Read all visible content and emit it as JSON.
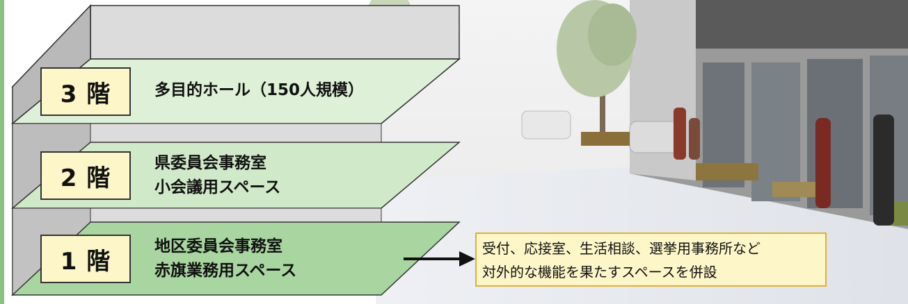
{
  "floors": [
    {
      "level": "3 階",
      "lines": [
        "多目的ホール（150人規模）"
      ]
    },
    {
      "level": "2 階",
      "lines": [
        "県委員会事務室",
        "小会議用スペース"
      ]
    },
    {
      "level": "1 階",
      "lines": [
        "地区委員会事務室",
        "赤旗業務用スペース"
      ]
    }
  ],
  "note": {
    "lines": [
      "受付、応接室、生活相談、選挙用事務所など",
      "対外的な機能を果たすスペースを併設"
    ]
  },
  "colors": {
    "slab_green": "#d6eccf",
    "slab_green_dark": "#a8d5a0",
    "side_grey": "#b4b4b4",
    "back_grey": "#dcdcdc",
    "label_yellow": "#fdf6c8",
    "note_border": "#e0b030"
  }
}
